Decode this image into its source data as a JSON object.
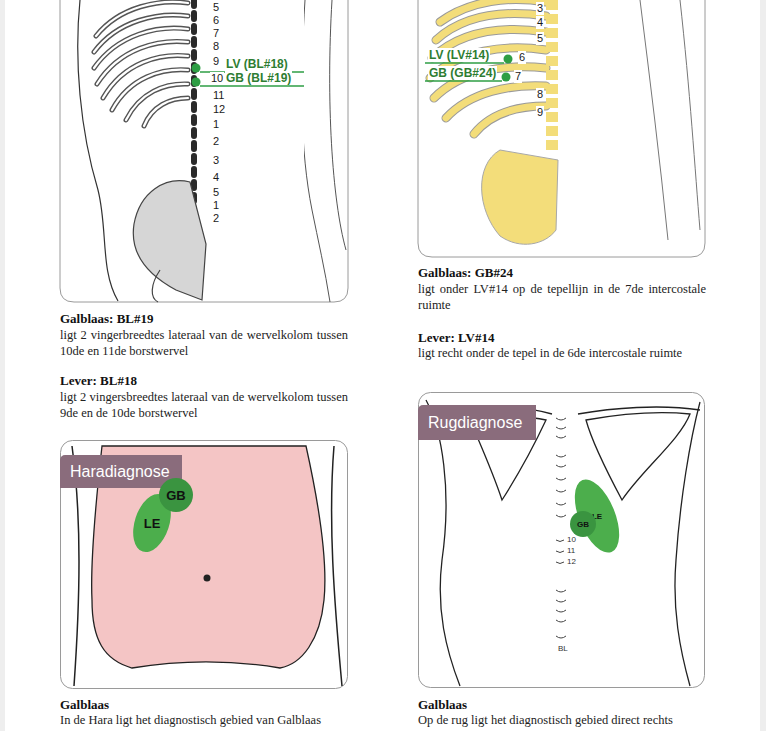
{
  "diagram": {
    "nodes": [
      {
        "text": [
          "Haradiagnose"
        ]
      },
      {
        "text": [
          "GB"
        ]
      },
      {
        "text": [
          "LE"
        ]
      },
      {
        "text": [
          "Rugdiagnose"
        ]
      },
      {
        "text": [
          "LE"
        ]
      },
      {
        "text": [
          "GB"
        ]
      }
    ],
    "labels": [
      "5",
      "6",
      "7",
      "8",
      "9",
      "10",
      "11",
      "12",
      "1",
      "2",
      "3",
      "4",
      "5",
      "1",
      "2",
      "LV (BL#18)",
      "GB (BL#19)",
      "3",
      "4",
      "5",
      "6",
      "7",
      "8",
      "9",
      "LV (LV#14)",
      "GB (GB#24)",
      "Galblaas: BL#19",
      "ligt 2 vingerbreedtes lateraal van de wervelkolom tussen 10de en 11de borstwervel",
      "Lever: BL#18",
      "ligt 2 vingersbreedtes lateraal van de wervelkolom tussen 9de en de 10de borstwervel",
      "Galblaas: GB#24",
      "ligt onder LV#14 op de tepellijn in de 7de intercostale ruimte",
      "Lever: LV#14",
      "ligt recht onder de tepel in de 6de intercostale ruimte",
      "10",
      "11",
      "12",
      "BL",
      "Galblaas",
      "In de Hara ligt het diagnostisch gebied van Galblaas",
      "Galblaas",
      "Op de rug ligt het diagnostisch gebied direct rechts"
    ]
  }
}
